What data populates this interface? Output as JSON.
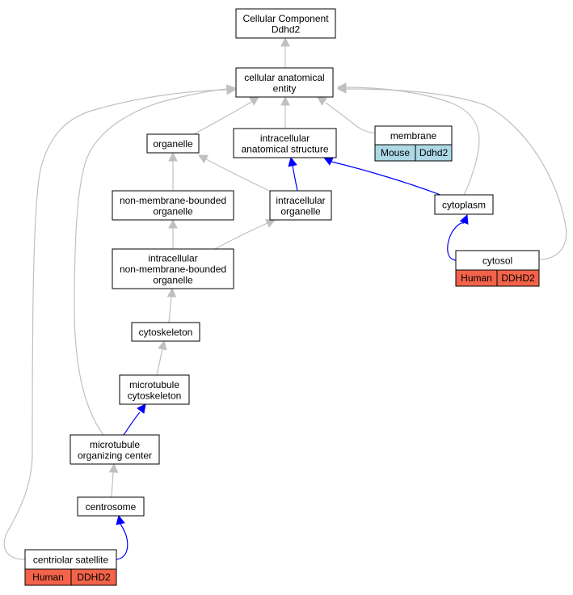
{
  "colors": {
    "is_a_edge": "#c0c0c0",
    "highlight_edge": "#0000ff",
    "human_badge": "#f26349",
    "mouse_badge": "#add8e6"
  },
  "nodes": {
    "root": {
      "lines": [
        "Cellular Component",
        "Ddhd2"
      ]
    },
    "cellular_anatomical_entity": {
      "lines": [
        "cellular anatomical",
        "entity"
      ]
    },
    "organelle": {
      "lines": [
        "organelle"
      ]
    },
    "intracellular_anatomical_structure": {
      "lines": [
        "intracellular",
        "anatomical structure"
      ]
    },
    "membrane": {
      "lines": [
        "membrane"
      ],
      "badges": [
        {
          "species": "Mouse",
          "gene": "Ddhd2",
          "color": "mouse"
        }
      ]
    },
    "non_membrane_bounded_organelle": {
      "lines": [
        "non-membrane-bounded",
        "organelle"
      ]
    },
    "intracellular_organelle": {
      "lines": [
        "intracellular",
        "organelle"
      ]
    },
    "cytoplasm": {
      "lines": [
        "cytoplasm"
      ]
    },
    "cytosol": {
      "lines": [
        "cytosol"
      ],
      "badges": [
        {
          "species": "Human",
          "gene": "DDHD2",
          "color": "human"
        }
      ]
    },
    "intracellular_nmb_organelle": {
      "lines": [
        "intracellular",
        "non-membrane-bounded",
        "organelle"
      ]
    },
    "cytoskeleton": {
      "lines": [
        "cytoskeleton"
      ]
    },
    "microtubule_cytoskeleton": {
      "lines": [
        "microtubule",
        "cytoskeleton"
      ]
    },
    "microtubule_organizing_center": {
      "lines": [
        "microtubule",
        "organizing center"
      ]
    },
    "centrosome": {
      "lines": [
        "centrosome"
      ]
    },
    "centriolar_satellite": {
      "lines": [
        "centriolar satellite"
      ],
      "badges": [
        {
          "species": "Human",
          "gene": "DDHD2",
          "color": "human"
        }
      ]
    }
  },
  "edges": [
    {
      "from": "cellular_anatomical_entity",
      "to": "root",
      "kind": "is_a"
    },
    {
      "from": "organelle",
      "to": "cellular_anatomical_entity",
      "kind": "is_a"
    },
    {
      "from": "intracellular_anatomical_structure",
      "to": "cellular_anatomical_entity",
      "kind": "is_a"
    },
    {
      "from": "membrane",
      "to": "cellular_anatomical_entity",
      "kind": "is_a"
    },
    {
      "from": "cytoplasm",
      "to": "cellular_anatomical_entity",
      "kind": "is_a"
    },
    {
      "from": "cytosol",
      "to": "cellular_anatomical_entity",
      "kind": "is_a"
    },
    {
      "from": "microtubule_organizing_center",
      "to": "cellular_anatomical_entity",
      "kind": "is_a"
    },
    {
      "from": "centriolar_satellite",
      "to": "cellular_anatomical_entity",
      "kind": "is_a"
    },
    {
      "from": "non_membrane_bounded_organelle",
      "to": "organelle",
      "kind": "is_a"
    },
    {
      "from": "intracellular_organelle",
      "to": "organelle",
      "kind": "is_a"
    },
    {
      "from": "intracellular_organelle",
      "to": "intracellular_anatomical_structure",
      "kind": "highlight"
    },
    {
      "from": "cytoplasm",
      "to": "intracellular_anatomical_structure",
      "kind": "highlight"
    },
    {
      "from": "cytosol",
      "to": "cytoplasm",
      "kind": "highlight"
    },
    {
      "from": "intracellular_nmb_organelle",
      "to": "non_membrane_bounded_organelle",
      "kind": "is_a"
    },
    {
      "from": "intracellular_nmb_organelle",
      "to": "intracellular_organelle",
      "kind": "is_a"
    },
    {
      "from": "cytoskeleton",
      "to": "intracellular_nmb_organelle",
      "kind": "is_a"
    },
    {
      "from": "microtubule_cytoskeleton",
      "to": "cytoskeleton",
      "kind": "is_a"
    },
    {
      "from": "microtubule_organizing_center",
      "to": "microtubule_cytoskeleton",
      "kind": "highlight"
    },
    {
      "from": "centrosome",
      "to": "microtubule_organizing_center",
      "kind": "is_a"
    },
    {
      "from": "centriolar_satellite",
      "to": "centrosome",
      "kind": "highlight"
    }
  ]
}
